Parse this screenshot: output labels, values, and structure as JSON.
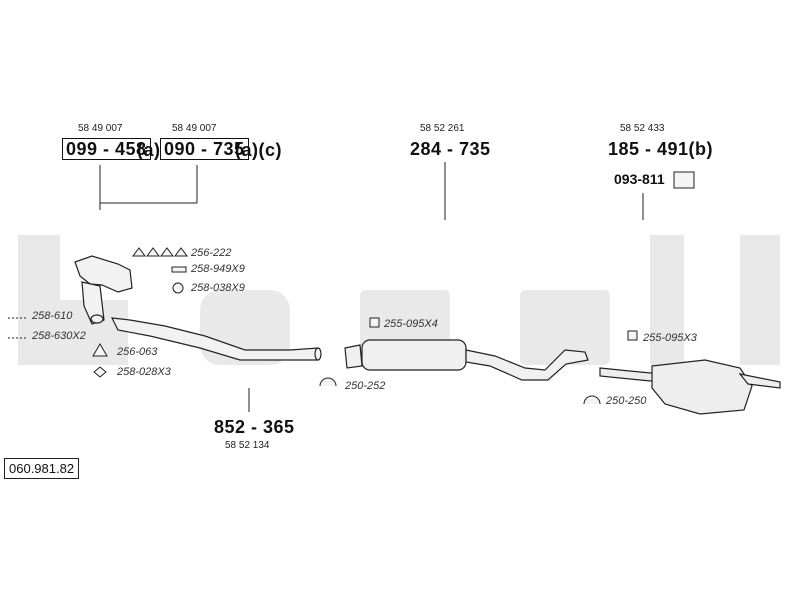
{
  "watermark": "bosal",
  "reference_number": "060.981.82",
  "groups": [
    {
      "sub": "58 49 007",
      "code": "099 - 458",
      "suffix": "(a)"
    },
    {
      "sub": "58 49 007",
      "code": "090 - 735",
      "suffix": "(a)(c)"
    },
    {
      "sub": "58 52 261",
      "code": "284 - 735"
    },
    {
      "sub": "58 52 433",
      "code": "185 - 491(b)"
    },
    {
      "code": "093-811"
    },
    {
      "code": "852 - 365",
      "sub": "58 52 134"
    }
  ],
  "parts": [
    "256-222",
    "258-949X9",
    "258-038X9",
    "258-610",
    "258-630X2",
    "256-063",
    "258-028X3",
    "255-095X4",
    "250-252",
    "255-095X3",
    "250-250"
  ],
  "colors": {
    "watermark": "#e9e9e9",
    "line": "#222222"
  }
}
